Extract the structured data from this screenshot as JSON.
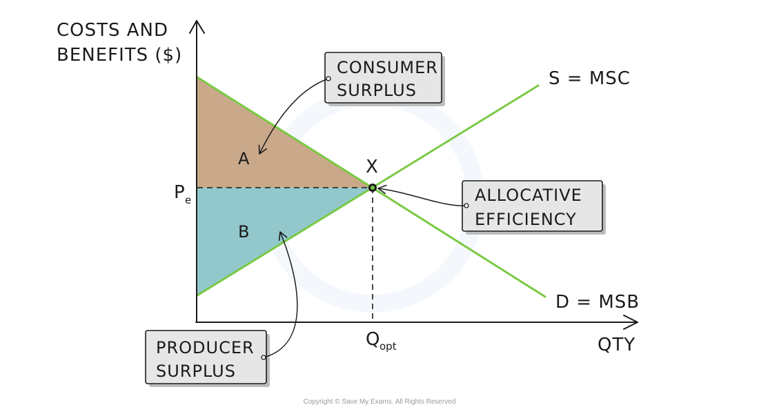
{
  "axes": {
    "y_label_line1": "COSTS AND",
    "y_label_line2": "BENEFITS ($)",
    "x_label": "QTY"
  },
  "curves": {
    "supply_label": "S = MSC",
    "demand_label": "D = MSB"
  },
  "points": {
    "equilibrium_label": "X",
    "price_label": "P",
    "price_subscript": "e",
    "quantity_label": "Q",
    "quantity_subscript": "opt"
  },
  "regions": {
    "consumer_surplus_label": "A",
    "producer_surplus_label": "B"
  },
  "callouts": {
    "consumer_surplus": {
      "line1": "CONSUMER",
      "line2": "SURPLUS"
    },
    "allocative_efficiency": {
      "line1": "ALLOCATIVE",
      "line2": "EFFICIENCY"
    },
    "producer_surplus": {
      "line1": "PRODUCER",
      "line2": "SURPLUS"
    }
  },
  "footer": {
    "copyright": "Copyright © Save My Exams. All Rights Reserved"
  },
  "colors": {
    "curve": "#7ac943",
    "consumer_surplus_fill": "#c9a98a",
    "producer_surplus_fill": "#92c8cc",
    "callout_fill": "#e6e6e6",
    "callout_shadow": "#bdbdbd",
    "ink": "#1a1a1a"
  }
}
